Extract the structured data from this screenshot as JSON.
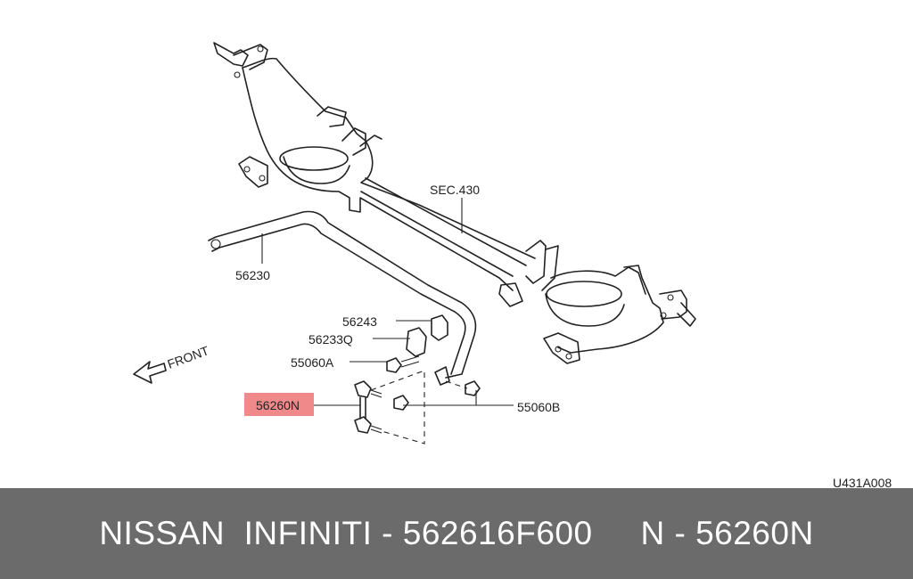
{
  "diagram": {
    "direction_label": "FRONT",
    "drawing_code": "U431A008",
    "callouts": [
      {
        "label": "SEC.430",
        "highlighted": false
      },
      {
        "label": "56230",
        "highlighted": false
      },
      {
        "label": "56243",
        "highlighted": false
      },
      {
        "label": "56233Q",
        "highlighted": false
      },
      {
        "label": "55060A",
        "highlighted": false
      },
      {
        "label": "56260N",
        "highlighted": true
      },
      {
        "label": "55060B",
        "highlighted": false
      }
    ],
    "highlight_color": "#f08a8a"
  },
  "footer": {
    "text": "NISSAN  INFINITI - 562616F600     N - 56260N",
    "background": "#6b6b6b",
    "text_color": "#ffffff"
  }
}
